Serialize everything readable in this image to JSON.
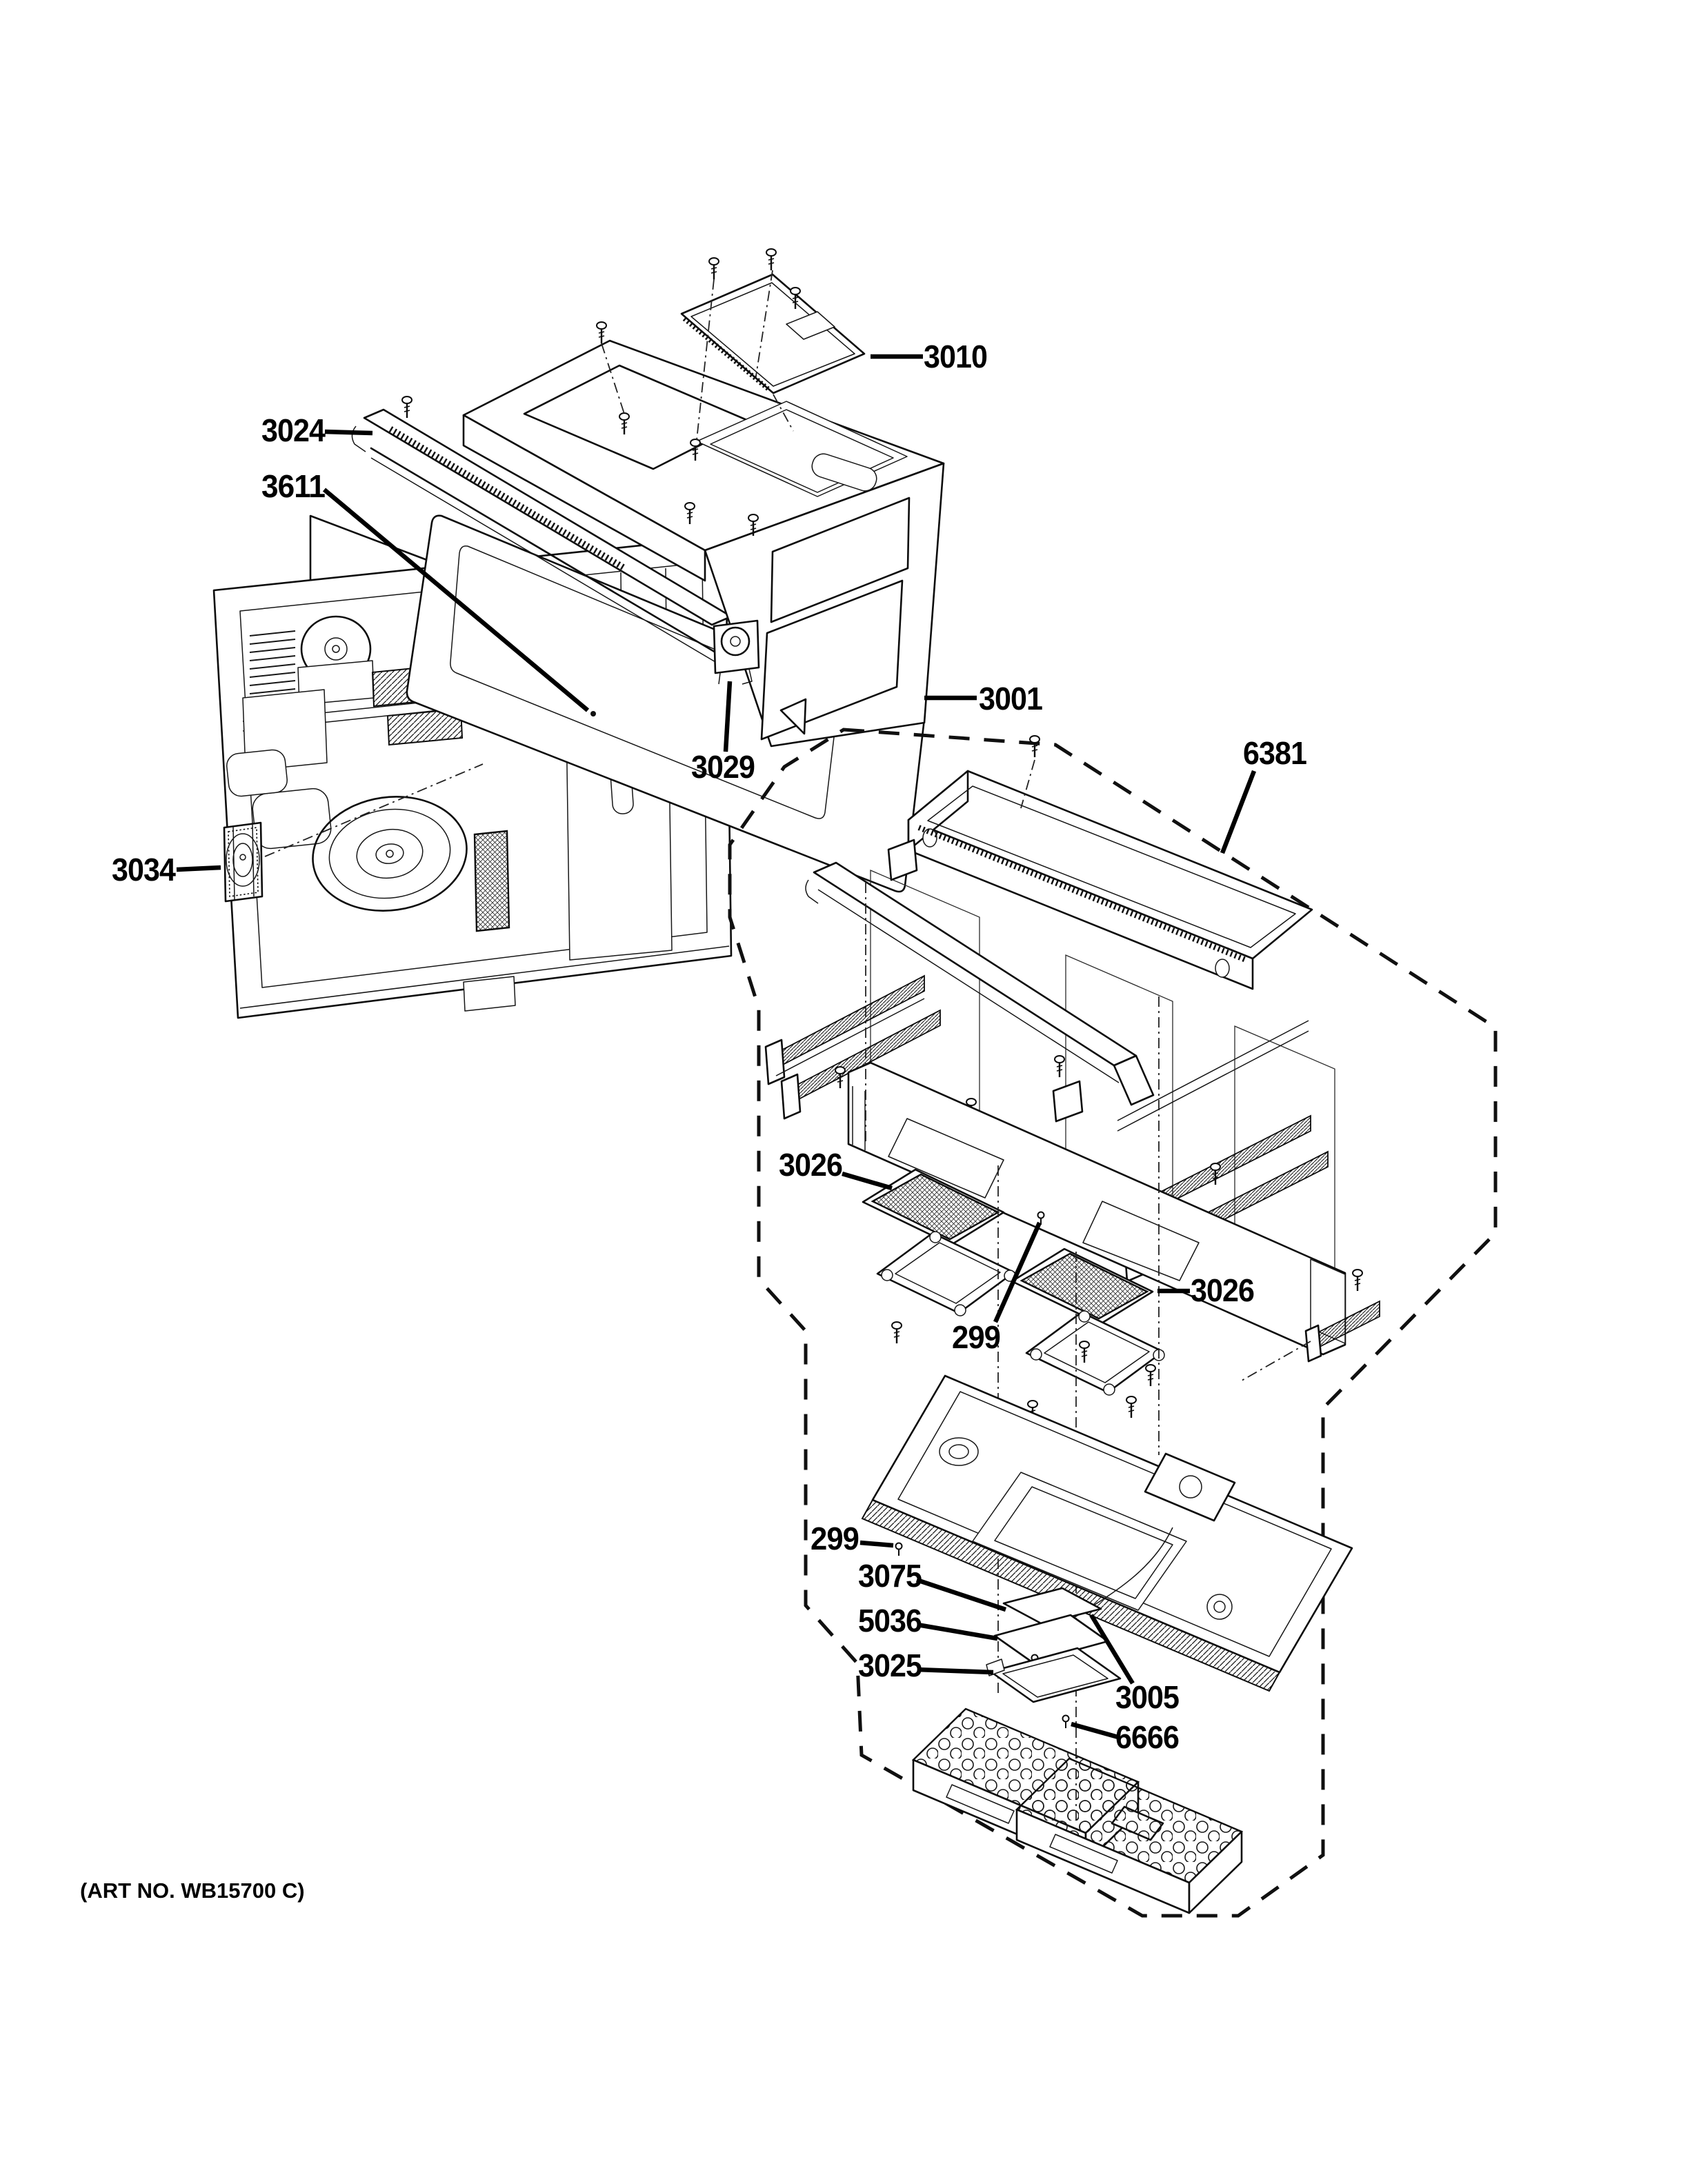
{
  "art_note": "(ART NO. WB15700 C)",
  "colors": {
    "ink": "#000000",
    "paper": "#ffffff"
  },
  "callouts": [
    {
      "label": "3010"
    },
    {
      "label": "3024"
    },
    {
      "label": "3611"
    },
    {
      "label": "3001"
    },
    {
      "label": "3029"
    },
    {
      "label": "6381"
    },
    {
      "label": "3034"
    },
    {
      "label": "3026"
    },
    {
      "label": "3026"
    },
    {
      "label": "299"
    },
    {
      "label": "299"
    },
    {
      "label": "3075"
    },
    {
      "label": "5036"
    },
    {
      "label": "3025"
    },
    {
      "label": "3005"
    },
    {
      "label": "6666"
    }
  ]
}
